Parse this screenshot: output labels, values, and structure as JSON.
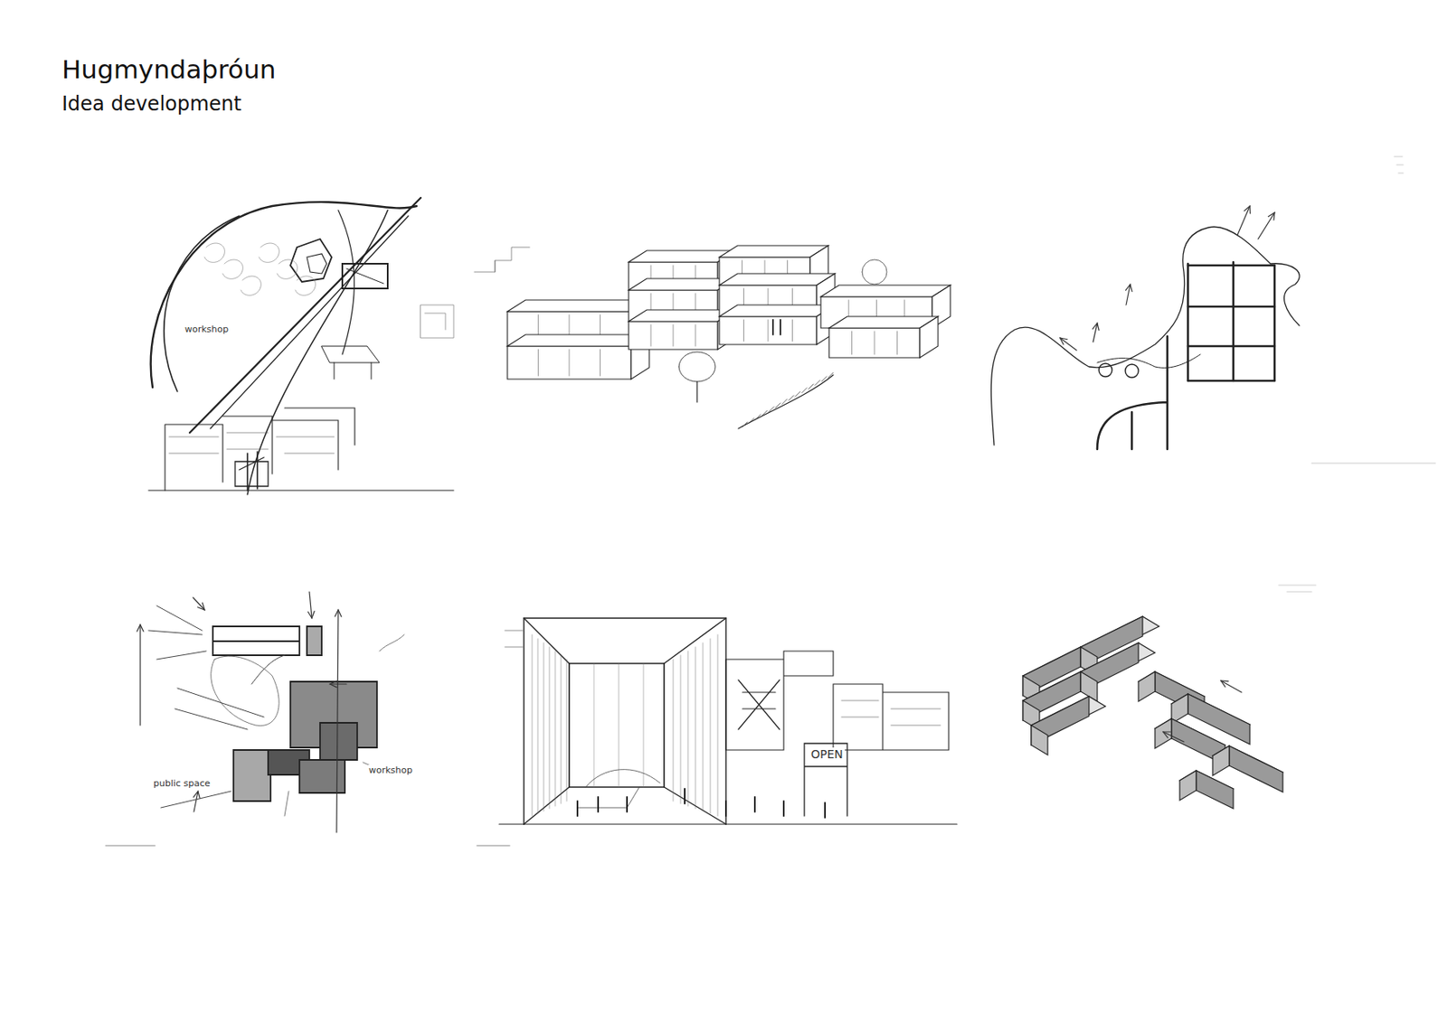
{
  "diagram": {
    "title": "Hugmyndaþróun",
    "labels": [
      "Idea development",
      "workshop",
      "public space",
      "workshop",
      "OPEN"
    ]
  }
}
